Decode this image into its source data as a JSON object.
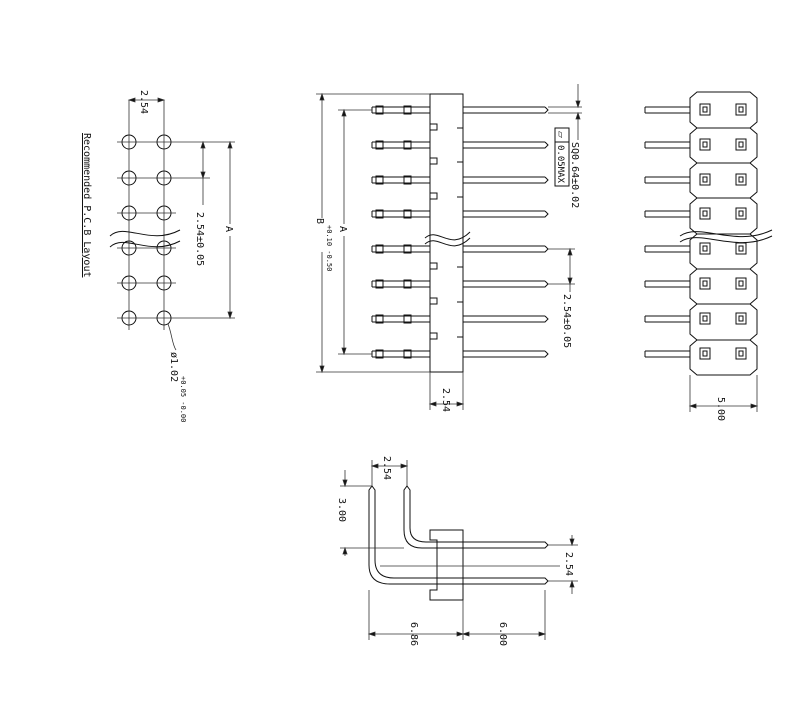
{
  "pcb": {
    "title": "Recommended P.C.B Layout",
    "pitch_top": "2.54",
    "pitch_side": "2.54±0.05",
    "dim_a": "A",
    "hole": "ø1.02",
    "hole_tol": "+0.05 -0.00"
  },
  "side": {
    "sq": "SQ0.64±0.02",
    "flat": "0.05MAX",
    "flat_symbol": "⏥",
    "dim_a": "A",
    "dim_b": "B",
    "dim_b_tol": "+0.10 -0.50",
    "pitch": "2.54±0.05",
    "housing": "2.54"
  },
  "end": {
    "width": "5.00"
  },
  "angle": {
    "pitch_top": "2.54",
    "height": "3.00",
    "pitch_right": "2.54",
    "len1": "6.86",
    "len2": "6.00"
  }
}
